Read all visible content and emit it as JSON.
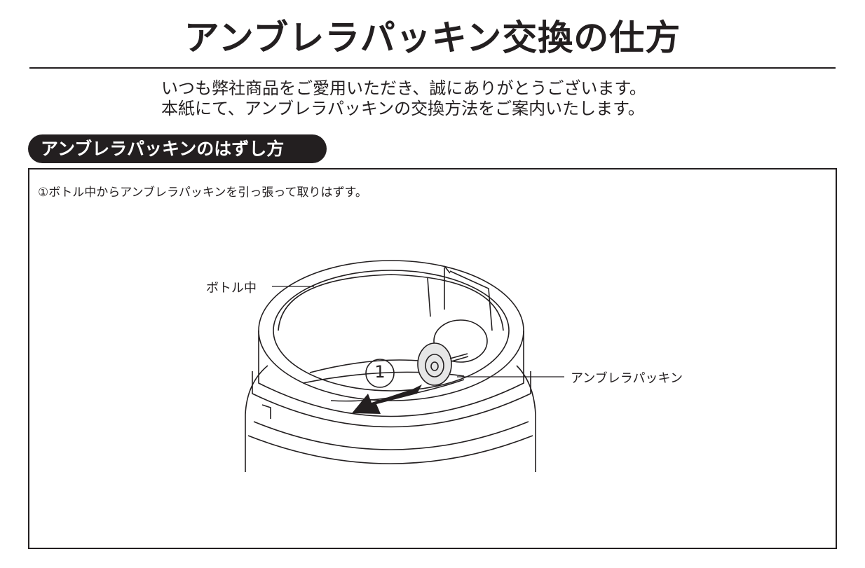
{
  "title": "アンブレラパッキン交換の仕方",
  "intro": {
    "line1": "いつも弊社商品をご愛用いただき、誠にありがとうございます。",
    "line2": "本紙にて、アンブレラパッキンの交換方法をご案内いたします。"
  },
  "section": {
    "heading": "アンブレラパッキンのはずし方",
    "step1": "①ボトル中からアンブレラパッキンを引っ張って取りはずす。",
    "labels": {
      "bottle": "ボトル中",
      "packing": "アンブレラパッキン",
      "step_marker": "1"
    }
  }
}
